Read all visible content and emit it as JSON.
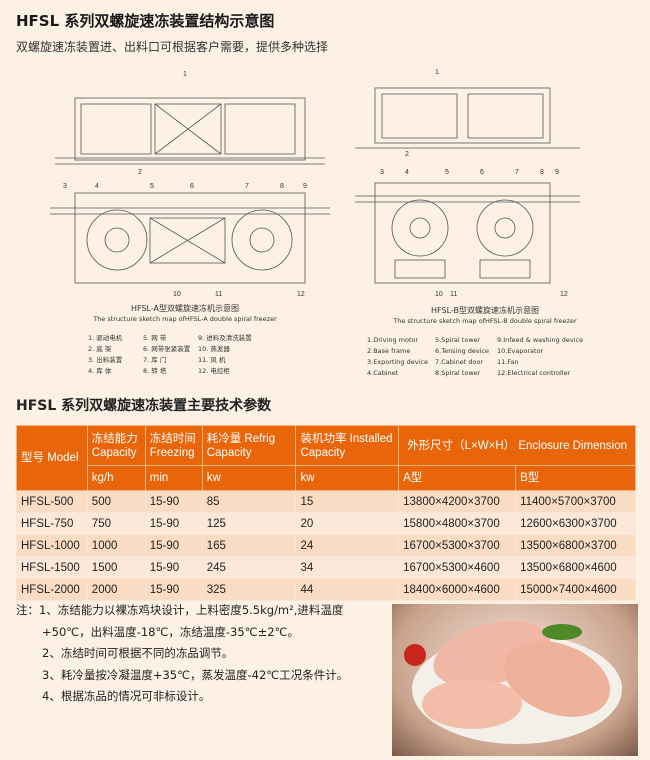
{
  "header": {
    "title": "HFSL 系列双螺旋速冻装置结构示意图",
    "subtitle": "双螺旋速冻装置进、出料口可根据客户需要，提供多种选择"
  },
  "diagram_a": {
    "caption_cn": "HFSL-A型双螺旋速冻机示意图",
    "caption_en": "The structure sketch map ofHFSL-A double spiral freezer",
    "legend": [
      "1. 驱动电机",
      "5. 网 带",
      "9. 进料及清洗装置",
      "2. 底 架",
      "6. 网带张紧装置",
      "10. 蒸发器",
      "3. 出料装置",
      "7. 库 门",
      "11. 风 机",
      "4. 库 体",
      "8. 转 塔",
      "12. 电控柜"
    ],
    "callouts": [
      "1",
      "2",
      "3",
      "4",
      "5",
      "6",
      "7",
      "8",
      "9",
      "10",
      "11",
      "12"
    ]
  },
  "diagram_b": {
    "caption_cn": "HFSL-B型双螺旋速冻机示意图",
    "caption_en": "The structure sketch map ofHFSL-B double spiral freezer",
    "legend": [
      "1.Driving motor",
      "5.Spiral tower",
      "9.Infeed & washing device",
      "2.Base frame",
      "6.Tensing device",
      "10.Evaporator",
      "3.Exporting device",
      "7.Cabinet door",
      "11.Fan",
      "4.Cabinet",
      "8.Spiral tower",
      "12.Electrical controller"
    ],
    "callouts": [
      "1",
      "2",
      "3",
      "4",
      "5",
      "6",
      "7",
      "8",
      "9",
      "10",
      "11",
      "12"
    ]
  },
  "specs": {
    "title": "HFSL 系列双螺旋速冻装置主要技术参数",
    "headers": [
      "型号 Model",
      "冻结能力 Capacity",
      "冻结时间 Freezing",
      "耗冷量 Refrig Capacity",
      "装机功率 Installed Capacity",
      "外形尺寸（L×W×H） Enclosure Dimension"
    ],
    "units": [
      "kg/h",
      "min",
      "kw",
      "kw",
      "A型",
      "B型"
    ],
    "rows": [
      [
        "HFSL-500",
        "500",
        "15-90",
        "85",
        "15",
        "13800×4200×3700",
        "11400×5700×3700"
      ],
      [
        "HFSL-750",
        "750",
        "15-90",
        "125",
        "20",
        "15800×4800×3700",
        "12600×6300×3700"
      ],
      [
        "HFSL-1000",
        "1000",
        "15-90",
        "165",
        "24",
        "16700×5300×3700",
        "13500×6800×3700"
      ],
      [
        "HFSL-1500",
        "1500",
        "15-90",
        "245",
        "34",
        "16700×5300×4600",
        "13500×6800×4600"
      ],
      [
        "HFSL-2000",
        "2000",
        "15-90",
        "325",
        "44",
        "18400×6000×4600",
        "15000×7400×4600"
      ]
    ]
  },
  "notes": [
    "注：1、冻结能力以裸冻鸡块设计，上料密度5.5kg/m²,进料温度",
    "+50℃，出料温度-18℃，冻结温度-35℃±2℃。",
    "2、冻结时间可根据不同的冻品调节。",
    "3、耗冷量按冷凝温度+35℃，蒸发温度-42℃工况条件计。",
    "4、根据冻品的情况可非标设计。"
  ],
  "colors": {
    "header": "#e8650a",
    "row_odd": "#f9dcc3",
    "row_even": "#fbe8d8",
    "background": "#fdf1e6"
  }
}
